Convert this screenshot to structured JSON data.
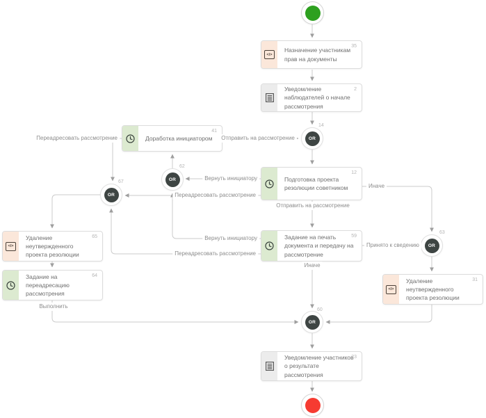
{
  "tasks": [
    {
      "id": "35",
      "title": "Назначение участникам прав на документы",
      "icon": "script",
      "accent": "peach"
    },
    {
      "id": "2",
      "title": "Уведомление наблюдателей о начале рассмотрения",
      "icon": "document",
      "accent": "gray"
    },
    {
      "id": "41",
      "title": "Доработка инициатором",
      "icon": "clock",
      "accent": "green"
    },
    {
      "id": "12",
      "title": "Подготовка проекта резолюции советником",
      "icon": "clock",
      "accent": "green"
    },
    {
      "id": "65",
      "title": "Удаление неутвержденного проекта резолюции",
      "icon": "script",
      "accent": "peach"
    },
    {
      "id": "64",
      "title": "Задание на переадресацию рассмотрения",
      "icon": "clock",
      "accent": "green"
    },
    {
      "id": "59",
      "title": "Задание на печать документа и передачу на рассмотрение",
      "icon": "clock",
      "accent": "green"
    },
    {
      "id": "31",
      "title": "Удаление неутвержденного проекта резолюции",
      "icon": "script",
      "accent": "peach"
    },
    {
      "id": "23",
      "title": "Уведомление участников о результате рассмотрения",
      "icon": "document",
      "accent": "gray"
    }
  ],
  "gateways": [
    {
      "id": "14",
      "label": "OR"
    },
    {
      "id": "62",
      "label": "OR"
    },
    {
      "id": "67",
      "label": "OR"
    },
    {
      "id": "63",
      "label": "OR"
    },
    {
      "id": "60",
      "label": "OR"
    }
  ],
  "events": {
    "start_color": "#2da01f",
    "end_color": "#f63b31"
  },
  "edge_labels": [
    {
      "text": "Переадресовать рассмотрение"
    },
    {
      "text": "Отправить на рассмотрение"
    },
    {
      "text": "Вернуть инициатору"
    },
    {
      "text": "Переадресовать рассмотрение"
    },
    {
      "text": "Отправить на рассмотрение"
    },
    {
      "text": "Иначе"
    },
    {
      "text": "Вернуть инициатору"
    },
    {
      "text": "Переадресовать рассмотрение"
    },
    {
      "text": "Принято к сведению"
    },
    {
      "text": "Иначе"
    },
    {
      "text": "Выполнить"
    }
  ],
  "icon_glyphs": {
    "script": "</>"
  },
  "colors": {
    "task_border": "#dcdcdc",
    "strip_peach": "#fbe7da",
    "strip_green": "#dcead0",
    "strip_gray": "#ececec",
    "gateway_fill": "#3e4543",
    "line": "#cbcbcb",
    "arrow": "#9e9e9e",
    "label_text": "#8c8c8c",
    "title_text": "#6f6f6f"
  }
}
